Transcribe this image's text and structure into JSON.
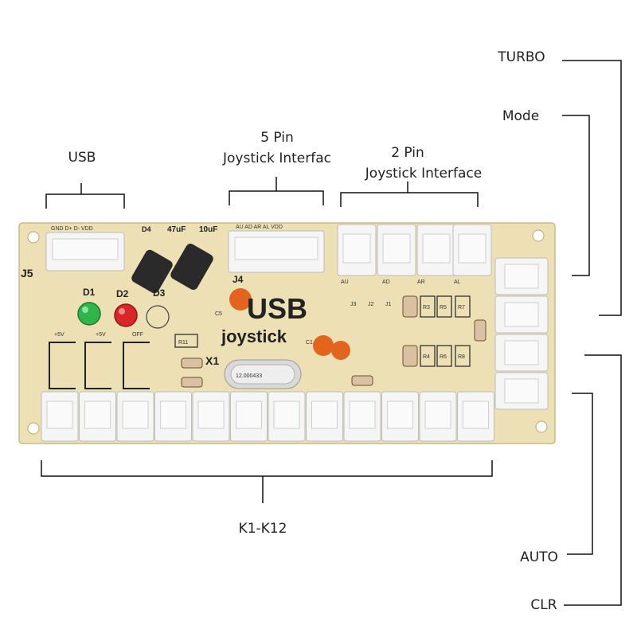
{
  "labels": {
    "usb": "USB",
    "five_pin_line1": "5 Pin",
    "five_pin_line2": "Joystick Interfac",
    "two_pin_line1": "2 Pin",
    "two_pin_line2": "Joystick Interface",
    "turbo": "TURBO",
    "mode": "Mode",
    "k1_k12": "K1-K12",
    "auto": "AUTO",
    "clr": "CLR"
  },
  "board": {
    "j5": "J5",
    "d1": "D1",
    "d2": "D2",
    "d3": "D3",
    "d4": "D4",
    "cap1": "47uF",
    "cap2": "10uF",
    "usb_pins": "GND D+ D- VDD",
    "joy_pins": "AU AD AR AL VDD",
    "title_usb": "USB",
    "title_joystick": "joystick",
    "crystal": "12.000433",
    "x1": "X1",
    "r11": "R11",
    "plus5v_a": "+5V",
    "plus5v_b": "+5V",
    "off": "OFF",
    "j4": "J4",
    "c5": "C5",
    "c1": "C1",
    "j3": "J3",
    "j2": "J2",
    "j1": "J1",
    "r3": "R3",
    "r5": "R5",
    "r7": "R7",
    "r4": "R4",
    "r6": "R6",
    "r8": "R8",
    "au": "AU",
    "ad": "AD",
    "ar": "AR",
    "al": "AL"
  },
  "colors": {
    "pcb": "#ece0b4",
    "connector": "#f4f4f4",
    "led_green": "#2fb54a",
    "led_red": "#d8262a",
    "cap_orange": "#e2641f"
  }
}
